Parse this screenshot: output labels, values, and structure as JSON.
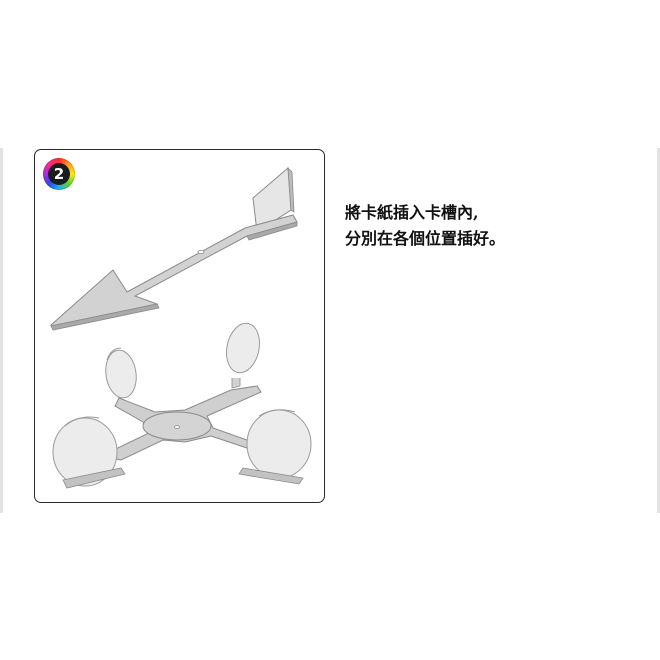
{
  "step": {
    "number": "2"
  },
  "instructions": {
    "line1": "將卡紙插入卡槽內,",
    "line2": "分別在各個位置插好。"
  },
  "illustration": {
    "arrow_piece": "arrow-card-icon",
    "stand_piece": "cross-stand-icon"
  },
  "colors": {
    "panel_border": "#2a2a2a",
    "piece_fill": "#c9c9c9",
    "piece_edge": "#8a8a8a",
    "disc_fill": "#ececec"
  }
}
